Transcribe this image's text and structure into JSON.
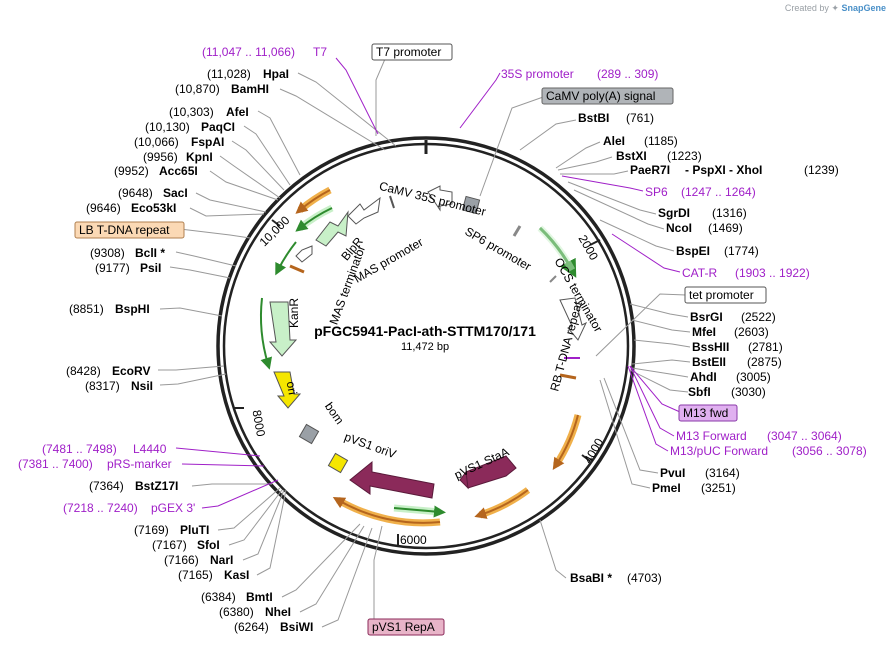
{
  "credit": {
    "prefix": "Created by",
    "brand": "SnapGene"
  },
  "plasmid": {
    "name": "pFGC5941-PacI-ath-STTM170/171",
    "length": "11,472 bp"
  },
  "ticks": {
    "t2000": "2000",
    "t4000": "4000",
    "t6000": "6000",
    "t8000": "8000",
    "t10000": "10,000"
  },
  "left_sites": [
    {
      "pos": "(11,028)",
      "name": "HpaI"
    },
    {
      "pos": "(10,870)",
      "name": "BamHI"
    },
    {
      "pos": "(10,303)",
      "name": "AfeI"
    },
    {
      "pos": "(10,130)",
      "name": "PaqCI"
    },
    {
      "pos": "(10,066)",
      "name": "FspAI"
    },
    {
      "pos": "(9956)",
      "name": "KpnI"
    },
    {
      "pos": "(9952)",
      "name": "Acc65I"
    },
    {
      "pos": "(9648)",
      "name": "SacI"
    },
    {
      "pos": "(9646)",
      "name": "Eco53kI"
    },
    {
      "pos": "(9308)",
      "name": "BclI *"
    },
    {
      "pos": "(9177)",
      "name": "PsiI"
    },
    {
      "pos": "(8851)",
      "name": "BspHI"
    },
    {
      "pos": "(8428)",
      "name": "EcoRV"
    },
    {
      "pos": "(8317)",
      "name": "NsiI"
    },
    {
      "pos": "(7364)",
      "name": "BstZ17I"
    },
    {
      "pos": "(7169)",
      "name": "PluTI"
    },
    {
      "pos": "(7167)",
      "name": "SfoI"
    },
    {
      "pos": "(7166)",
      "name": "NarI"
    },
    {
      "pos": "(7165)",
      "name": "KasI"
    },
    {
      "pos": "(6384)",
      "name": "BmtI"
    },
    {
      "pos": "(6380)",
      "name": "NheI"
    },
    {
      "pos": "(6264)",
      "name": "BsiWI"
    }
  ],
  "right_sites": [
    {
      "name": "BstBI",
      "pos": "(761)"
    },
    {
      "name": "AleI",
      "pos": "(1185)"
    },
    {
      "name": "BstXI",
      "pos": "(1223)"
    },
    {
      "name": "PaeR7I",
      "name2": "PspXI",
      "name3": "XhoI",
      "pos": "(1239)"
    },
    {
      "name": "SgrDI",
      "pos": "(1316)"
    },
    {
      "name": "NcoI",
      "pos": "(1469)"
    },
    {
      "name": "BspEI",
      "pos": "(1774)"
    },
    {
      "name": "BsrGI",
      "pos": "(2522)"
    },
    {
      "name": "MfeI",
      "pos": "(2603)"
    },
    {
      "name": "BssHII",
      "pos": "(2781)"
    },
    {
      "name": "BstEII",
      "pos": "(2875)"
    },
    {
      "name": "AhdI",
      "pos": "(3005)"
    },
    {
      "name": "SbfI",
      "pos": "(3030)"
    },
    {
      "name": "PvuI",
      "pos": "(3164)"
    },
    {
      "name": "PmeI",
      "pos": "(3251)"
    },
    {
      "name": "BsaBI *",
      "pos": "(4703)"
    }
  ],
  "primers": {
    "t7": {
      "range": "(11,047 .. 11,066)",
      "name": "T7"
    },
    "s35": {
      "name": "35S promoter",
      "range": "(289 .. 309)"
    },
    "sp6": {
      "name": "SP6",
      "range": "(1247 .. 1264)"
    },
    "catr": {
      "name": "CAT-R",
      "range": "(1903 .. 1922)"
    },
    "m13fwd": {
      "name": "M13 fwd"
    },
    "m13forward": {
      "name": "M13 Forward",
      "range": "(3047 .. 3064)"
    },
    "m13puc": {
      "name": "M13/pUC Forward",
      "range": "(3056 .. 3078)"
    },
    "l4440": {
      "range": "(7481 .. 7498)",
      "name": "L4440"
    },
    "prs": {
      "range": "(7381 .. 7400)",
      "name": "pRS-marker"
    },
    "pgex": {
      "range": "(7218 .. 7240)",
      "name": "pGEX 3'"
    }
  },
  "boxed_features": {
    "t7_promoter": "T7 promoter",
    "camv_polya": "CaMV poly(A) signal",
    "lb_repeat": "LB T-DNA repeat",
    "tet_promoter": "tet promoter",
    "pvs1_repa": "pVS1 RepA"
  },
  "feature_labels": {
    "camv35s": "CaMV 35S promoter",
    "sp6prom": "SP6 promoter",
    "ocs": "OCS terminator",
    "rb": "RB T-DNA repeat",
    "blpr": "BlpR",
    "mas_prom": "MAS promoter",
    "mas_term": "MAS terminator",
    "kanr": "KanR",
    "ori": "ori",
    "bom": "bom",
    "pvs1_oriv": "pVS1 oriV",
    "pvs1_staa": "pVS1 StaA"
  },
  "colors": {
    "purple": "#a020c8",
    "feature_green": "#c8f0c8",
    "arc_green": "#2e8b2e",
    "maroon": "#8b2a5a",
    "ori_yellow": "#f5e600",
    "gray_box": "#b0b4b8",
    "lb_peach": "#fbd9b5",
    "repa_pink": "#e8b4c8",
    "m13_lilac": "#e0b0f0"
  }
}
